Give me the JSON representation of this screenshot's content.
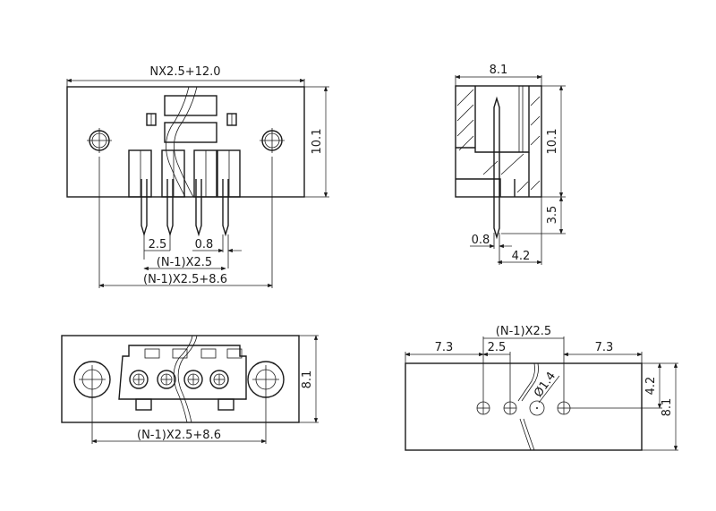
{
  "drawing": {
    "title": "Pluggable terminal block header - 2.5mm pitch",
    "views": {
      "front": {
        "width_label": "NX2.5+12.0",
        "height_label": "10.1",
        "pitch_label": "2.5",
        "pin_label": "0.8",
        "span_label": "(N-1)X2.5",
        "total_label": "(N-1)X2.5+8.6"
      },
      "side": {
        "width_label": "8.1",
        "height_label": "10.1",
        "pin_length_label": "3.5",
        "pin_label": "0.8",
        "offset_label": "4.2"
      },
      "top": {
        "height_label": "8.1",
        "total_label": "(N-1)X2.5+8.6"
      },
      "pcb": {
        "span_label": "(N-1)X2.5",
        "left_label": "7.3",
        "pitch_label": "2.5",
        "right_label": "7.3",
        "hole_label": "Ø1.4",
        "offset_label": "4.2",
        "height_label": "8.1"
      }
    }
  }
}
